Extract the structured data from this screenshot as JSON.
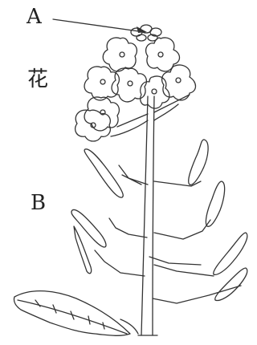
{
  "labels": {
    "a": "A",
    "hana": "花",
    "b": "B"
  },
  "style": {
    "line_color": "#333333",
    "text_color": "#222222",
    "background": "#ffffff"
  }
}
